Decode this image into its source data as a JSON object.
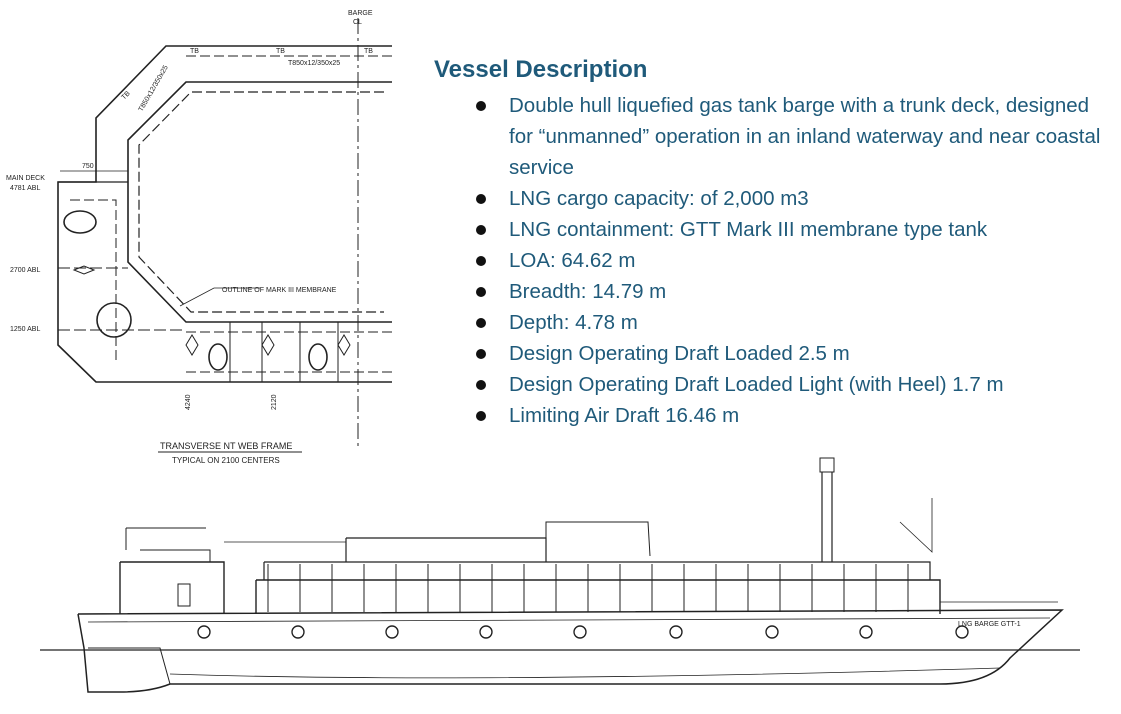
{
  "description": {
    "title": "Vessel Description",
    "items": [
      "Double hull liquefied gas tank barge with a trunk deck, designed for “unmanned” operation in an inland waterway and near coastal service",
      "LNG cargo capacity: of 2,000 m3",
      "LNG containment: GTT Mark III membrane type tank",
      "LOA: 64.62 m",
      "Breadth: 14.79 m",
      "Depth: 4.78 m",
      "Design Operating Draft Loaded 2.5 m",
      "Design Operating Draft Loaded Light (with Heel) 1.7 m",
      "Limiting Air Draft 16.46 m"
    ]
  },
  "cross_section": {
    "barge_label": "BARGE",
    "cl_label": "CL",
    "tb_label": "TB",
    "trunk_scantling": "T850x12/350x25",
    "main_deck_label": "MAIN DECK",
    "main_deck_value": "4781 ABL",
    "dim_750": "750",
    "level_2700": "2700 ABL",
    "level_1250": "1250 ABL",
    "membrane_label": "OUTLINE OF MARK III MEMBRANE",
    "dim_4240": "4240",
    "dim_2120": "2120",
    "frame_title": "TRANSVERSE NT WEB FRAME",
    "frame_subtitle": "TYPICAL ON 2100 CENTERS"
  },
  "profile": {
    "barge_name": "LNG BARGE GTT-1"
  },
  "colors": {
    "heading": "#1f5a7a",
    "text": "#1f5a7a",
    "drawing": "#222222"
  }
}
